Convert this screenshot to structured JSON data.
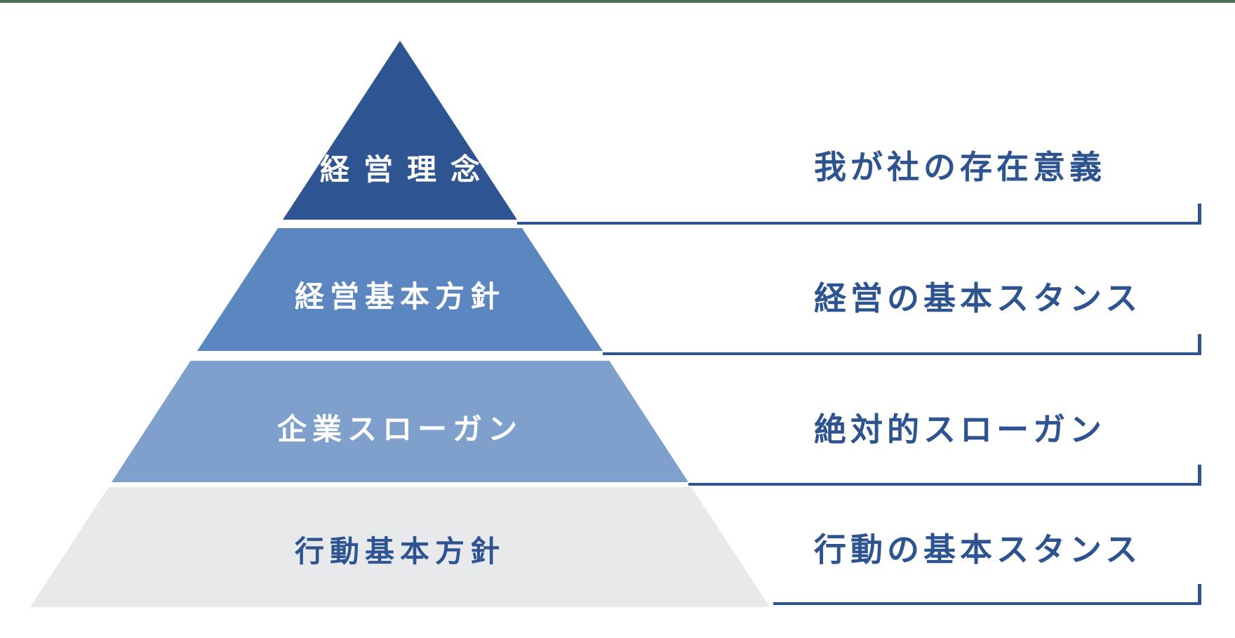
{
  "diagram": {
    "type": "pyramid-hierarchy",
    "top_border_color": "#4a6e50",
    "line_color": "#2d5490",
    "accent_text_color": "#2d5490",
    "tiers": [
      {
        "label": "経営理念",
        "side_label": "我が社の存在意義",
        "fill": "#2e5492",
        "text_color": "#ffffff"
      },
      {
        "label": "経営基本方針",
        "side_label": "経営の基本スタンス",
        "fill": "#5b86bf",
        "text_color": "#ffffff"
      },
      {
        "label": "企業スローガン",
        "side_label": "絶対的スローガン",
        "fill": "#7fa0cc",
        "text_color": "#ffffff"
      },
      {
        "label": "行動基本方針",
        "side_label": "行動の基本スタンス",
        "fill": "#e8e9ea",
        "text_color": "#2d5490"
      }
    ]
  }
}
